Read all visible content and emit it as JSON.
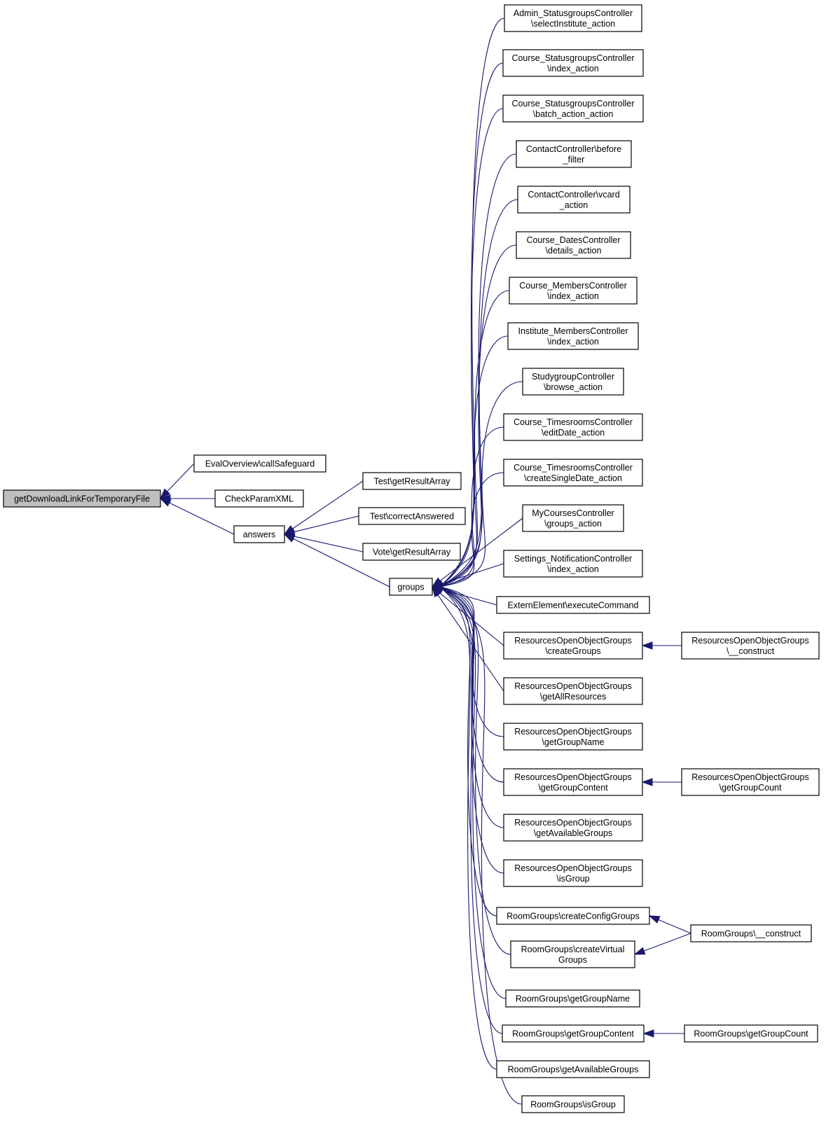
{
  "colors": {
    "edge": "#191970",
    "root_fill": "#bfbfbf",
    "node_fill": "#ffffff",
    "node_border": "#000000"
  },
  "nodes": [
    {
      "id": "root",
      "lines": [
        "getDownloadLinkForTemporaryFile"
      ]
    },
    {
      "id": "evaloverview",
      "lines": [
        "EvalOverview\\callSafeguard"
      ]
    },
    {
      "id": "checkparam",
      "lines": [
        "CheckParamXML"
      ]
    },
    {
      "id": "answers",
      "lines": [
        "answers"
      ]
    },
    {
      "id": "test_getresult",
      "lines": [
        "Test\\getResultArray"
      ]
    },
    {
      "id": "test_correct",
      "lines": [
        "Test\\correctAnswered"
      ]
    },
    {
      "id": "vote_getresult",
      "lines": [
        "Vote\\getResultArray"
      ]
    },
    {
      "id": "groups",
      "lines": [
        "groups"
      ]
    },
    {
      "id": "admin_sg",
      "lines": [
        "Admin_StatusgroupsController",
        "\\selectInstitute_action"
      ]
    },
    {
      "id": "course_sg_index",
      "lines": [
        "Course_StatusgroupsController",
        "\\index_action"
      ]
    },
    {
      "id": "course_sg_batch",
      "lines": [
        "Course_StatusgroupsController",
        "\\batch_action_action"
      ]
    },
    {
      "id": "contact_before",
      "lines": [
        "ContactController\\before",
        "_filter"
      ]
    },
    {
      "id": "contact_vcard",
      "lines": [
        "ContactController\\vcard",
        "_action"
      ]
    },
    {
      "id": "course_dates",
      "lines": [
        "Course_DatesController",
        "\\details_action"
      ]
    },
    {
      "id": "course_members",
      "lines": [
        "Course_MembersController",
        "\\index_action"
      ]
    },
    {
      "id": "inst_members",
      "lines": [
        "Institute_MembersController",
        "\\index_action"
      ]
    },
    {
      "id": "studygroup",
      "lines": [
        "StudygroupController",
        "\\browse_action"
      ]
    },
    {
      "id": "ts_edit",
      "lines": [
        "Course_TimesroomsController",
        "\\editDate_action"
      ]
    },
    {
      "id": "ts_create",
      "lines": [
        "Course_TimesroomsController",
        "\\createSingleDate_action"
      ]
    },
    {
      "id": "mycourses",
      "lines": [
        "MyCoursesController",
        "\\groups_action"
      ]
    },
    {
      "id": "settings_notif",
      "lines": [
        "Settings_NotificationController",
        "\\index_action"
      ]
    },
    {
      "id": "extern",
      "lines": [
        "ExternElement\\executeCommand"
      ]
    },
    {
      "id": "roog_create",
      "lines": [
        "ResourcesOpenObjectGroups",
        "\\createGroups"
      ]
    },
    {
      "id": "roog_getall",
      "lines": [
        "ResourcesOpenObjectGroups",
        "\\getAllResources"
      ]
    },
    {
      "id": "roog_getname",
      "lines": [
        "ResourcesOpenObjectGroups",
        "\\getGroupName"
      ]
    },
    {
      "id": "roog_getcontent",
      "lines": [
        "ResourcesOpenObjectGroups",
        "\\getGroupContent"
      ]
    },
    {
      "id": "roog_getavail",
      "lines": [
        "ResourcesOpenObjectGroups",
        "\\getAvailableGroups"
      ]
    },
    {
      "id": "roog_isgroup",
      "lines": [
        "ResourcesOpenObjectGroups",
        "\\isGroup"
      ]
    },
    {
      "id": "rg_createconfig",
      "lines": [
        "RoomGroups\\createConfigGroups"
      ]
    },
    {
      "id": "rg_createvirtual",
      "lines": [
        "RoomGroups\\createVirtual",
        "Groups"
      ]
    },
    {
      "id": "rg_getname",
      "lines": [
        "RoomGroups\\getGroupName"
      ]
    },
    {
      "id": "rg_getcontent",
      "lines": [
        "RoomGroups\\getGroupContent"
      ]
    },
    {
      "id": "rg_getavail",
      "lines": [
        "RoomGroups\\getAvailableGroups"
      ]
    },
    {
      "id": "rg_isgroup",
      "lines": [
        "RoomGroups\\isGroup"
      ]
    },
    {
      "id": "roog_construct",
      "lines": [
        "ResourcesOpenObjectGroups",
        "\\__construct"
      ]
    },
    {
      "id": "roog_getcount",
      "lines": [
        "ResourcesOpenObjectGroups",
        "\\getGroupCount"
      ]
    },
    {
      "id": "rg_construct",
      "lines": [
        "RoomGroups\\__construct"
      ]
    },
    {
      "id": "rg_getcount",
      "lines": [
        "RoomGroups\\getGroupCount"
      ]
    }
  ],
  "edges": [
    {
      "from": "evaloverview",
      "to": "root"
    },
    {
      "from": "checkparam",
      "to": "root"
    },
    {
      "from": "answers",
      "to": "root"
    },
    {
      "from": "test_getresult",
      "to": "answers"
    },
    {
      "from": "test_correct",
      "to": "answers"
    },
    {
      "from": "vote_getresult",
      "to": "answers"
    },
    {
      "from": "groups",
      "to": "answers"
    },
    {
      "from": "admin_sg",
      "to": "groups"
    },
    {
      "from": "course_sg_index",
      "to": "groups"
    },
    {
      "from": "course_sg_batch",
      "to": "groups"
    },
    {
      "from": "contact_before",
      "to": "groups"
    },
    {
      "from": "contact_vcard",
      "to": "groups"
    },
    {
      "from": "course_dates",
      "to": "groups"
    },
    {
      "from": "course_members",
      "to": "groups"
    },
    {
      "from": "inst_members",
      "to": "groups"
    },
    {
      "from": "studygroup",
      "to": "groups"
    },
    {
      "from": "ts_edit",
      "to": "groups"
    },
    {
      "from": "ts_create",
      "to": "groups"
    },
    {
      "from": "mycourses",
      "to": "groups"
    },
    {
      "from": "settings_notif",
      "to": "groups"
    },
    {
      "from": "extern",
      "to": "groups"
    },
    {
      "from": "roog_create",
      "to": "groups"
    },
    {
      "from": "roog_getall",
      "to": "groups"
    },
    {
      "from": "roog_getname",
      "to": "groups"
    },
    {
      "from": "roog_getcontent",
      "to": "groups"
    },
    {
      "from": "roog_getavail",
      "to": "groups"
    },
    {
      "from": "roog_isgroup",
      "to": "groups"
    },
    {
      "from": "rg_createconfig",
      "to": "groups"
    },
    {
      "from": "rg_createvirtual",
      "to": "groups"
    },
    {
      "from": "rg_getname",
      "to": "groups"
    },
    {
      "from": "rg_getcontent",
      "to": "groups"
    },
    {
      "from": "rg_getavail",
      "to": "groups"
    },
    {
      "from": "rg_isgroup",
      "to": "groups"
    },
    {
      "from": "roog_construct",
      "to": "roog_create"
    },
    {
      "from": "roog_getcount",
      "to": "roog_getcontent"
    },
    {
      "from": "rg_construct",
      "to": "rg_createconfig"
    },
    {
      "from": "rg_construct",
      "to": "rg_createvirtual"
    },
    {
      "from": "rg_getcount",
      "to": "rg_getcontent"
    }
  ]
}
